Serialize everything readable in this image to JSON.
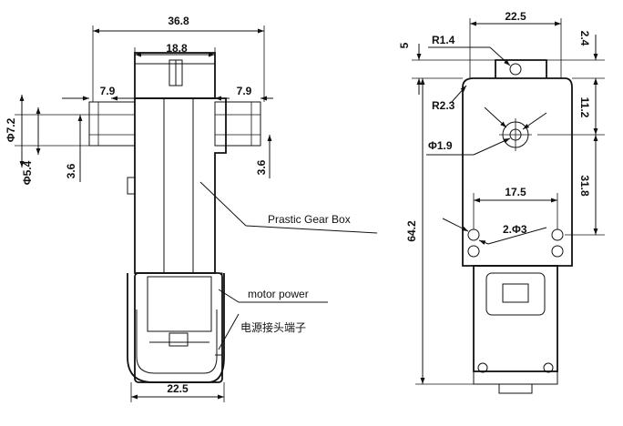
{
  "front_view": {
    "overall_width": "36.8",
    "top_width": "18.8",
    "shaft_left_offset": "7.9",
    "shaft_right_offset": "7.9",
    "shaft_outer_dia": "Φ7.2",
    "shaft_flat_dia": "Φ5.4",
    "shaft_left_flat": "3.6",
    "shaft_right_flat": "3.6",
    "bottom_width": "22.5",
    "label_gear_box": "Prastic Gear Box",
    "label_motor_power": "motor power",
    "label_terminal_cn": "电源接头端子"
  },
  "side_view": {
    "top_width": "22.5",
    "top_offset": "2.4",
    "tab_height": "5",
    "tab_radius": "R1.4",
    "corner_radius": "R2.3",
    "hole_from_top": "11.2",
    "center_hole_dia": "Φ1.9",
    "hole_to_mount": "31.8",
    "mount_spacing": "17.5",
    "mount_holes": "2.Φ3",
    "overall_height": "64.2"
  }
}
